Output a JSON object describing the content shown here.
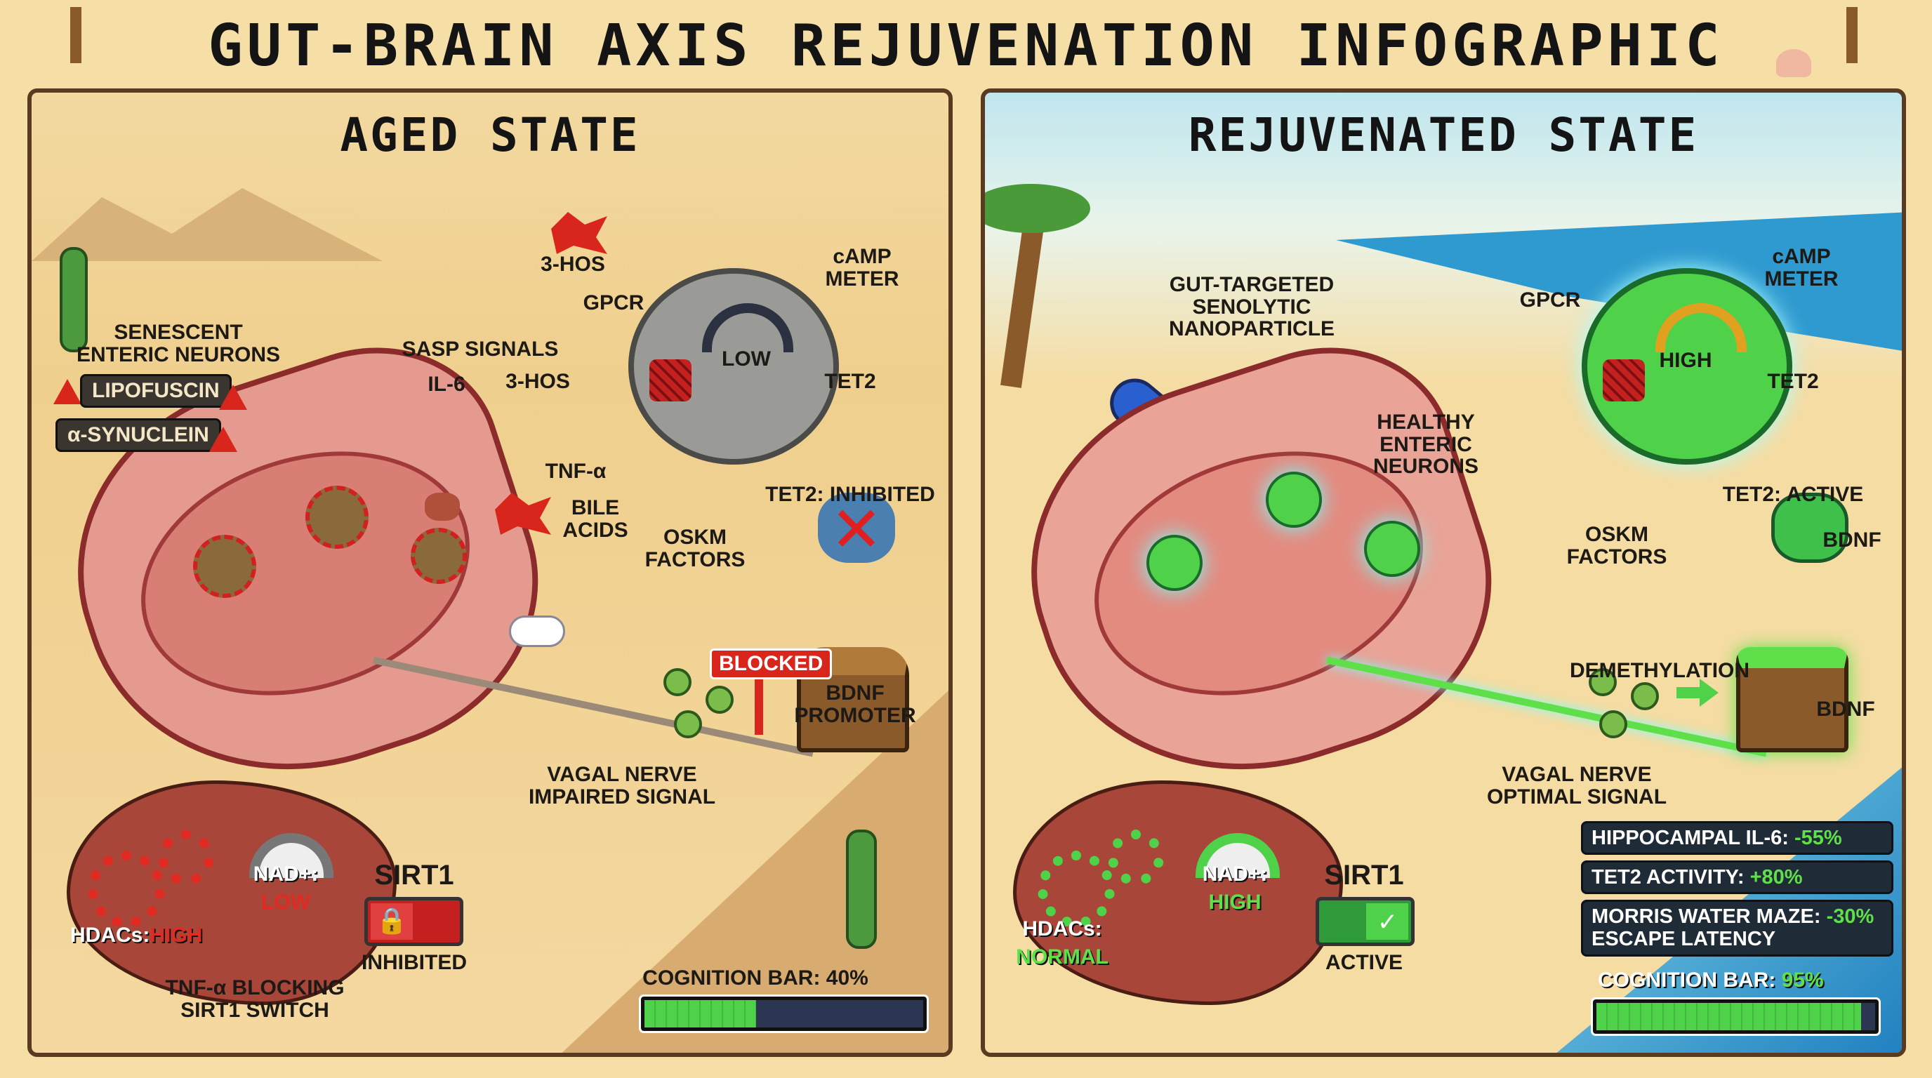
{
  "title": "GUT-BRAIN AXIS REJUVENATION INFOGRAPHIC",
  "aged": {
    "title": "AGED STATE",
    "senescent_label": "SENESCENT\nENTERIC NEURONS",
    "tags": [
      "LIPOFUSCIN",
      "α-SYNUCLEIN"
    ],
    "sasp": "SASP SIGNALS",
    "il6": "IL-6",
    "hos_mid": "3-HOS",
    "tnf": "TNF-α",
    "bile": "BILE\nACIDS",
    "hos_top": "3-HOS",
    "gpcr": "GPCR",
    "camp": "cAMP\nMETER",
    "camp_level": "LOW",
    "tet2": "TET2",
    "tet2_status": "TET2: INHIBITED",
    "oskm": "OSKM\nFACTORS",
    "blocked": "BLOCKED",
    "bdnf_promoter": "BDNF\nPROMOTER",
    "vagal": "VAGAL NERVE\nIMPAIRED SIGNAL",
    "nad_label": "NAD+:",
    "nad_value": "LOW",
    "hdac_label": "HDACs:",
    "hdac_value": "HIGH",
    "sirt1": "SIRT1",
    "sirt1_status": "INHIBITED",
    "tnf_blocking": "TNF-α BLOCKING\nSIRT1 SWITCH",
    "cognition_label": "COGNITION BAR: 40%",
    "cognition_value": 40
  },
  "rejuvenated": {
    "title": "REJUVENATED STATE",
    "nanoparticle": "GUT-TARGETED\nSENOLYTIC\nNANOPARTICLE",
    "gpcr": "GPCR",
    "camp": "cAMP\nMETER",
    "camp_level": "HIGH",
    "tet2": "TET2",
    "tet2_status": "TET2: ACTIVE",
    "healthy": "HEALTHY\nENTERIC\nNEURONS",
    "oskm": "OSKM\nFACTORS",
    "bdnf_top": "BDNF",
    "demethylation": "DEMETHYLATION",
    "bdnf_bottom": "BDNF",
    "vagal": "VAGAL NERVE\nOPTIMAL SIGNAL",
    "nad_label": "NAD+:",
    "nad_value": "HIGH",
    "hdac_label": "HDACs:",
    "hdac_value": "NORMAL",
    "sirt1": "SIRT1",
    "sirt1_status": "ACTIVE",
    "stats": [
      {
        "label": "HIPPOCAMPAL IL-6: ",
        "value": "-55%"
      },
      {
        "label": "TET2 ACTIVITY: ",
        "value": "+80%"
      },
      {
        "label": "MORRIS WATER MAZE: ",
        "value": "-30%",
        "sub": "ESCAPE LATENCY"
      }
    ],
    "cognition_label": "COGNITION BAR: ",
    "cognition_pct": "95%",
    "cognition_value": 95
  },
  "colors": {
    "aged_accent": "#d9261c",
    "rejuv_accent": "#4fd24a",
    "sand": "#f5dca3",
    "sea": "#2f9ad0"
  }
}
